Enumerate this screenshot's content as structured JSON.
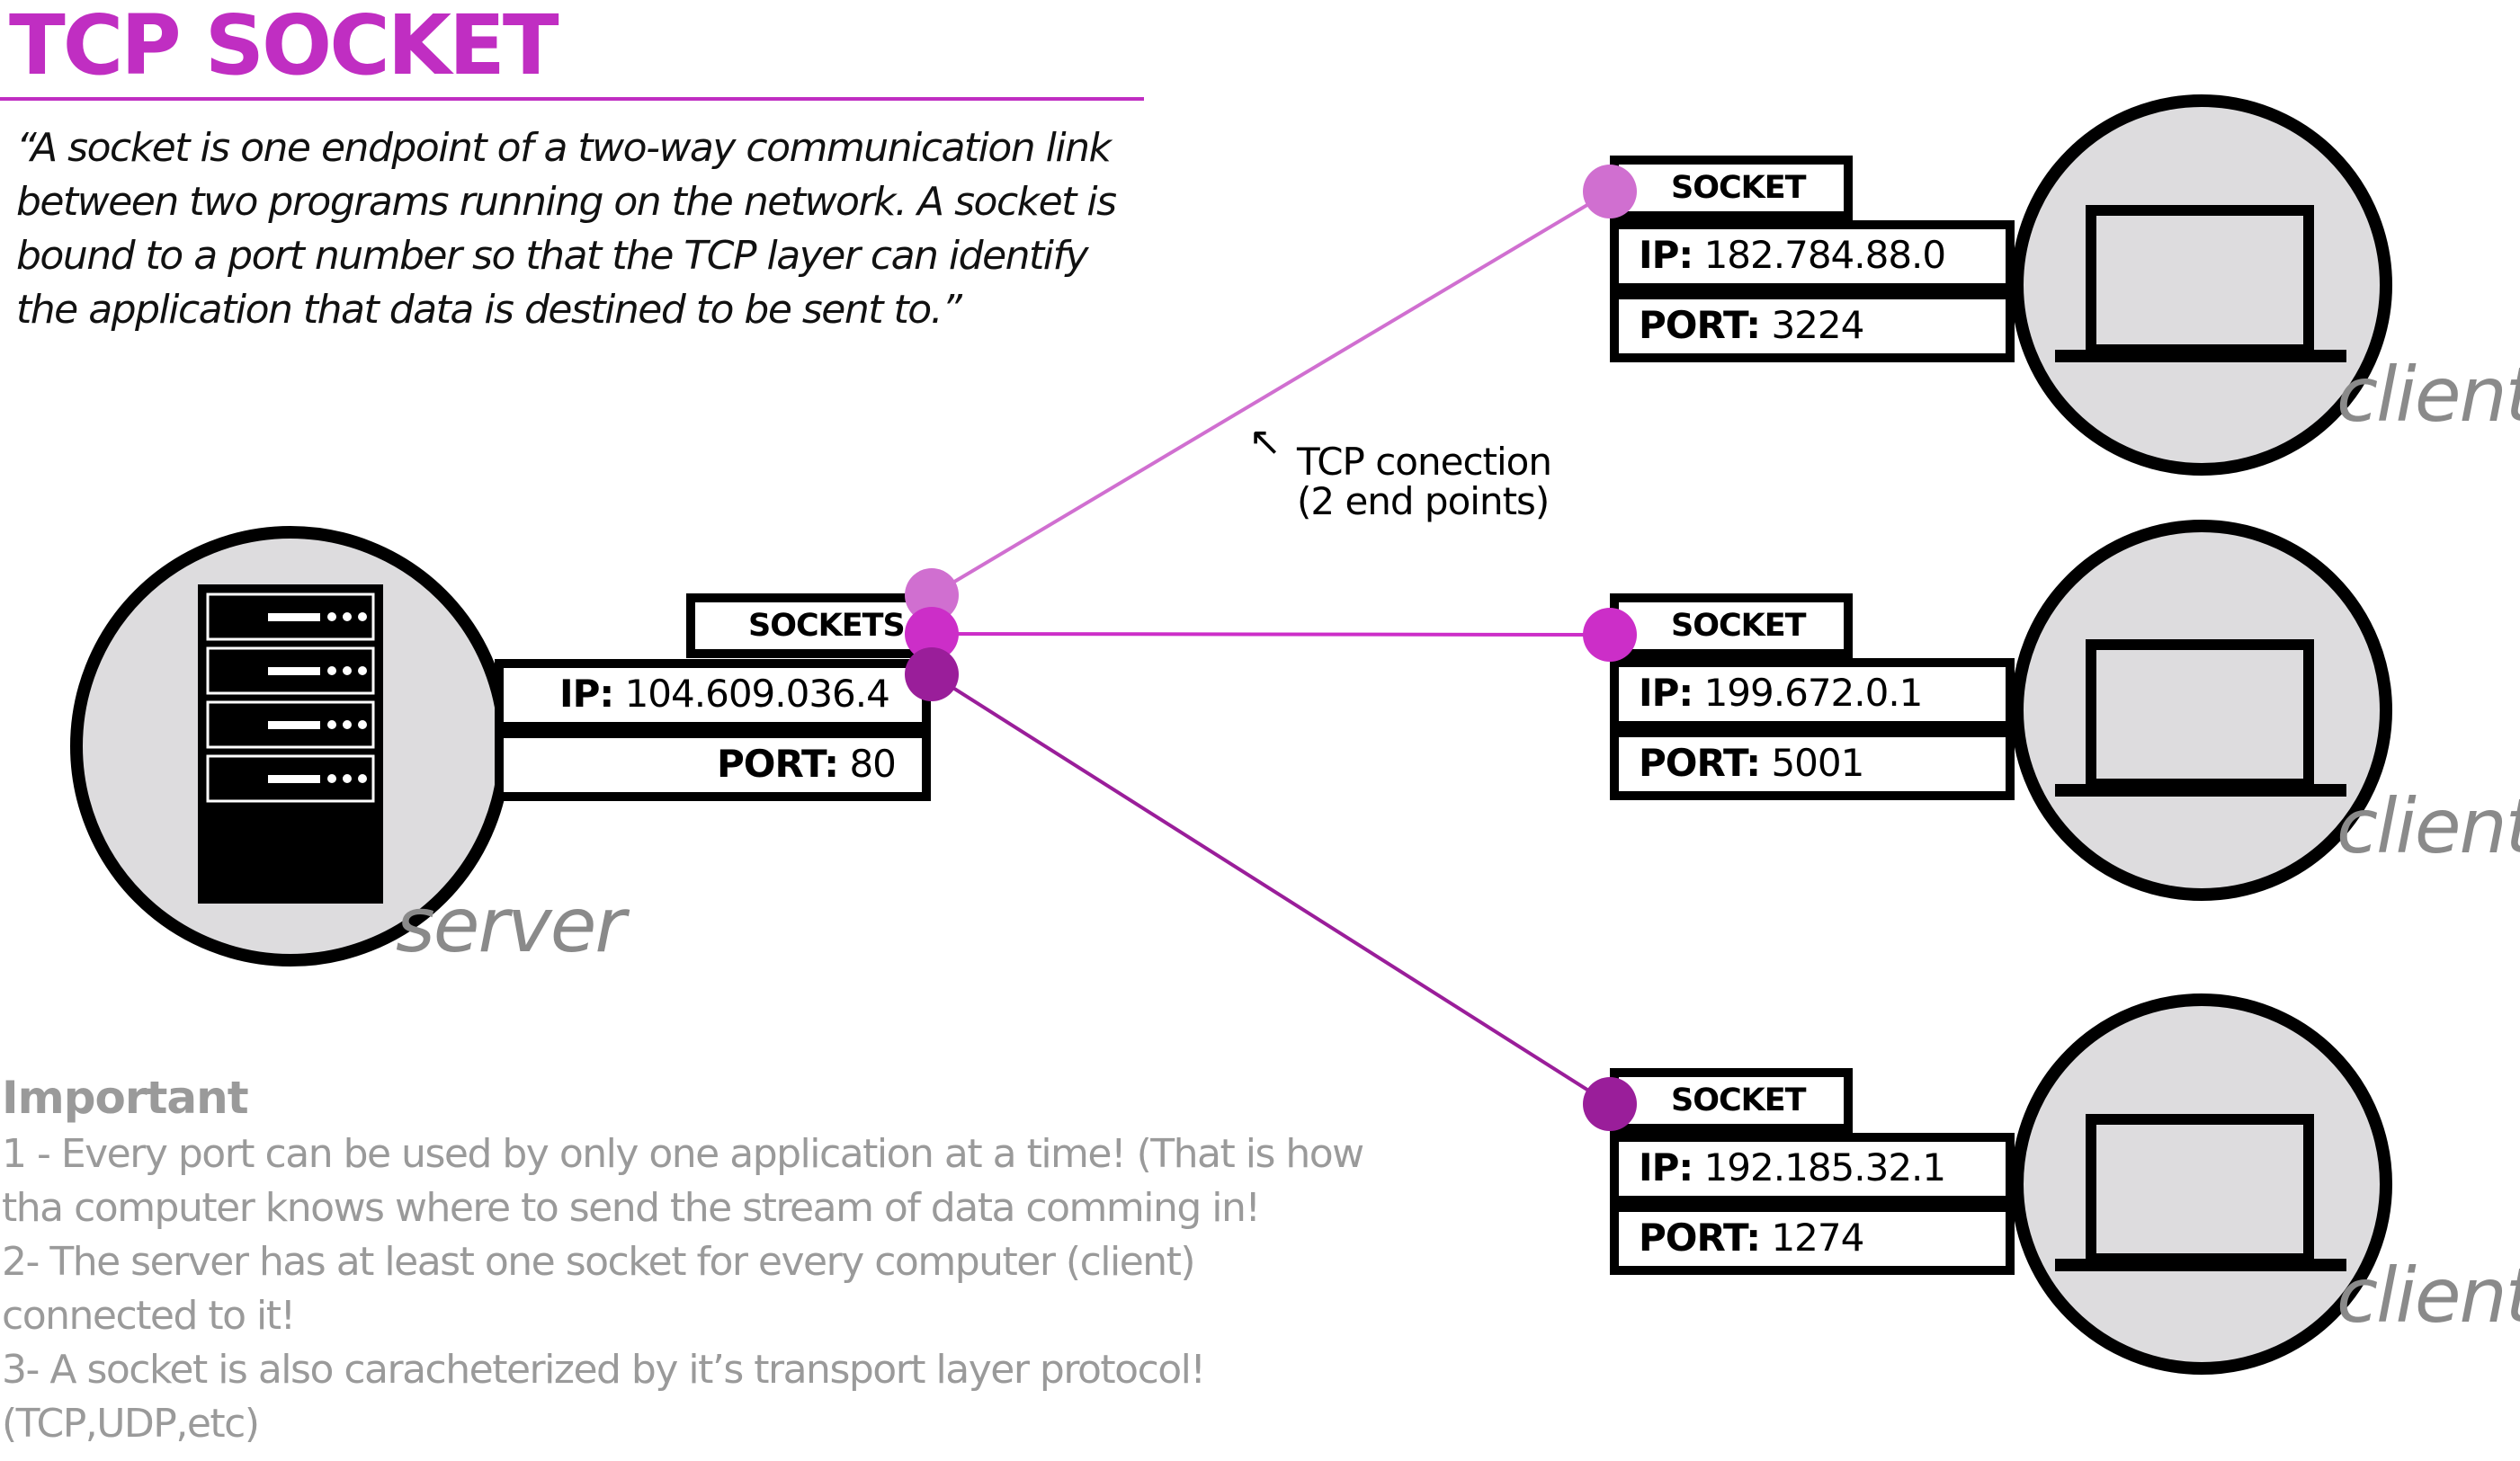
{
  "title": "TCP SOCKET",
  "quote": "“A socket is one endpoint of a two-way communication link between two programs running on the network. A socket is bound to a port number so that the TCP layer can identify the application that data is destined to be sent to.”",
  "server": {
    "role": "server",
    "sockets_label": "SOCKETS",
    "ip_label": "IP:",
    "ip": "104.609.036.4",
    "port_label": "PORT:",
    "port": "80",
    "icon": "server-rack-icon"
  },
  "connection_note": {
    "arrow": "↖",
    "line1": "TCP conection",
    "line2": "(2 end points)"
  },
  "clients": [
    {
      "role": "client",
      "socket_label": "SOCKET",
      "ip_label": "IP:",
      "ip": "182.784.88.0",
      "port_label": "PORT:",
      "port": "3224",
      "color": "#d06fd0",
      "icon": "laptop-icon"
    },
    {
      "role": "client",
      "socket_label": "SOCKET",
      "ip_label": "IP:",
      "ip": "199.672.0.1",
      "port_label": "PORT:",
      "port": "5001",
      "color": "#cc2ec8",
      "icon": "laptop-icon"
    },
    {
      "role": "client",
      "socket_label": "SOCKET",
      "ip_label": "IP:",
      "ip": "192.185.32.1",
      "port_label": "PORT:",
      "port": "1274",
      "color": "#9a1e9a",
      "icon": "laptop-icon"
    }
  ],
  "important": {
    "heading": "Important",
    "lines": [
      "1 - Every port can be used by only one application at a time! (That is how",
      "tha computer knows where to send the stream of data comming in!",
      "2- The server has at least one socket for every computer (client)",
      "connected to it!",
      "3- A socket is also caracheterized by it’s transport layer protocol!",
      "(TCP,UDP,etc)"
    ]
  },
  "colors": {
    "accent": "#c02ec2",
    "circle_fill": "#dddcde",
    "muted_text": "#9a9a9a"
  }
}
